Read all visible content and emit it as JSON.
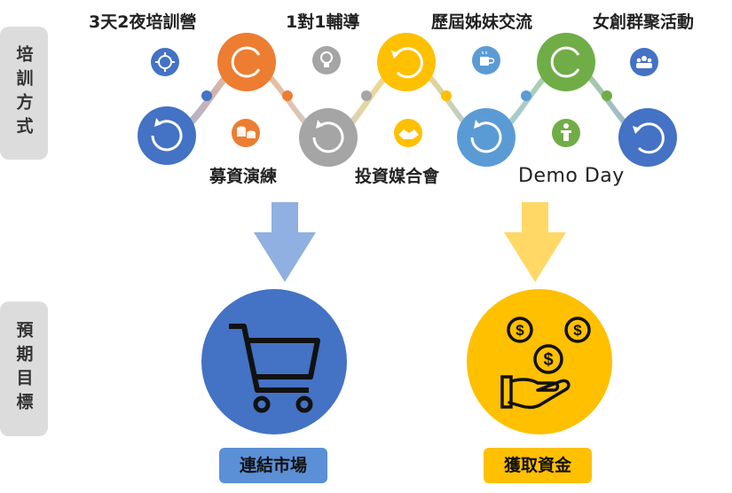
{
  "side": {
    "training": "培訓方式",
    "outcome": "預期目標"
  },
  "steps": {
    "bootcamp": "3天2夜培訓營",
    "mentoring": "1對1輔導",
    "alumni": "歷屆姊妹交流",
    "network": "女創群聚活動",
    "pitch": "募資演練",
    "investor": "投資媒合會",
    "demo": "Demo Day"
  },
  "results": {
    "market": "連結市場",
    "funding": "獲取資金"
  },
  "colors": {
    "blue": "#4472c4",
    "orange": "#ed7d31",
    "gray": "#a5a5a5",
    "gold": "#ffc000",
    "lightblue": "#5b9bd5",
    "green": "#70ad47",
    "label_blue": "#5b8fd6",
    "label_gold": "#ffc000"
  },
  "icons": [
    "crosshair-icon",
    "lightbulb-icon",
    "coffee-cup-icon",
    "group-icon",
    "coins-icon",
    "handshake-icon",
    "podium-icon",
    "shopping-cart-icon",
    "money-hand-icon"
  ]
}
